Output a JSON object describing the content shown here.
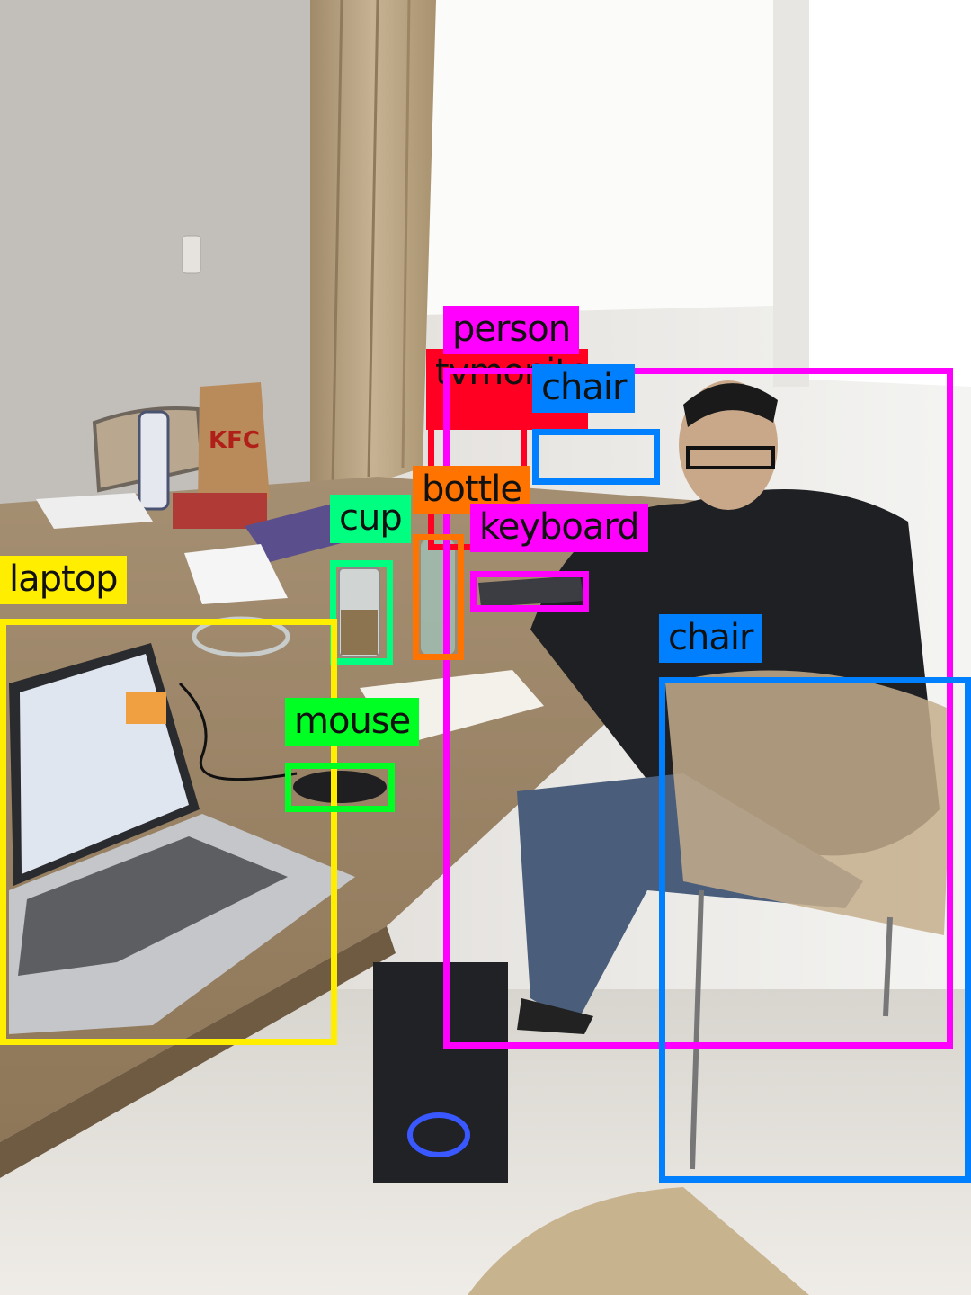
{
  "detections": [
    {
      "label": "tvmonitor",
      "color": "#ff0022",
      "text_color": "#111111"
    },
    {
      "label": "person",
      "color": "#ff00ff",
      "text_color": "#111111"
    },
    {
      "label": "chair",
      "color": "#0080ff",
      "text_color": "#111111"
    },
    {
      "label": "bottle",
      "color": "#ff7300",
      "text_color": "#111111"
    },
    {
      "label": "keyboard",
      "color": "#ff00ff",
      "text_color": "#111111"
    },
    {
      "label": "cup",
      "color": "#00ff80",
      "text_color": "#111111"
    },
    {
      "label": "laptop",
      "color": "#ffee00",
      "text_color": "#111111"
    },
    {
      "label": "mouse",
      "color": "#00ff22",
      "text_color": "#111111"
    },
    {
      "label": "chair",
      "color": "#0080ff",
      "text_color": "#111111"
    }
  ],
  "scene_text": {
    "bag_logo": "KFC"
  }
}
